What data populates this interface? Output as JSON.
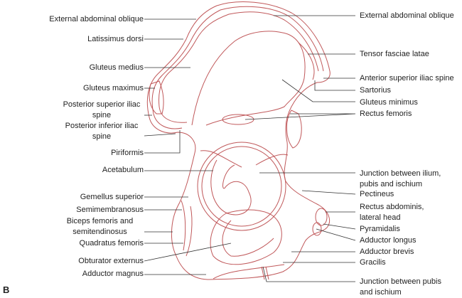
{
  "figure_letter": "B",
  "colors": {
    "bone": "#c0585a",
    "leader": "#333333"
  },
  "left_labels": [
    "External abdominal oblique",
    "Latissimus dorsi",
    "Gluteus medius",
    "Gluteus maximus",
    "Posterior superior iliac spine",
    "Posterior inferior iliac spine",
    "Piriformis",
    "Acetabulum",
    "Gemellus superior",
    "Semimembranosus",
    "Biceps femoris and semitendinosus",
    "Quadratus femoris",
    "Obturator externus",
    "Adductor magnus"
  ],
  "right_labels": [
    "External abdominal oblique",
    "Tensor fasciae latae",
    "Anterior superior iliac spine",
    "Sartorius",
    "Gluteus minimus",
    "Rectus femoris",
    "Junction between ilium, pubis and ischium",
    "Pectineus",
    "Rectus abdominis, lateral head",
    "Pyramidalis",
    "Adductor longus",
    "Adductor brevis",
    "Gracilis",
    "Junction between pubis and ischium"
  ]
}
